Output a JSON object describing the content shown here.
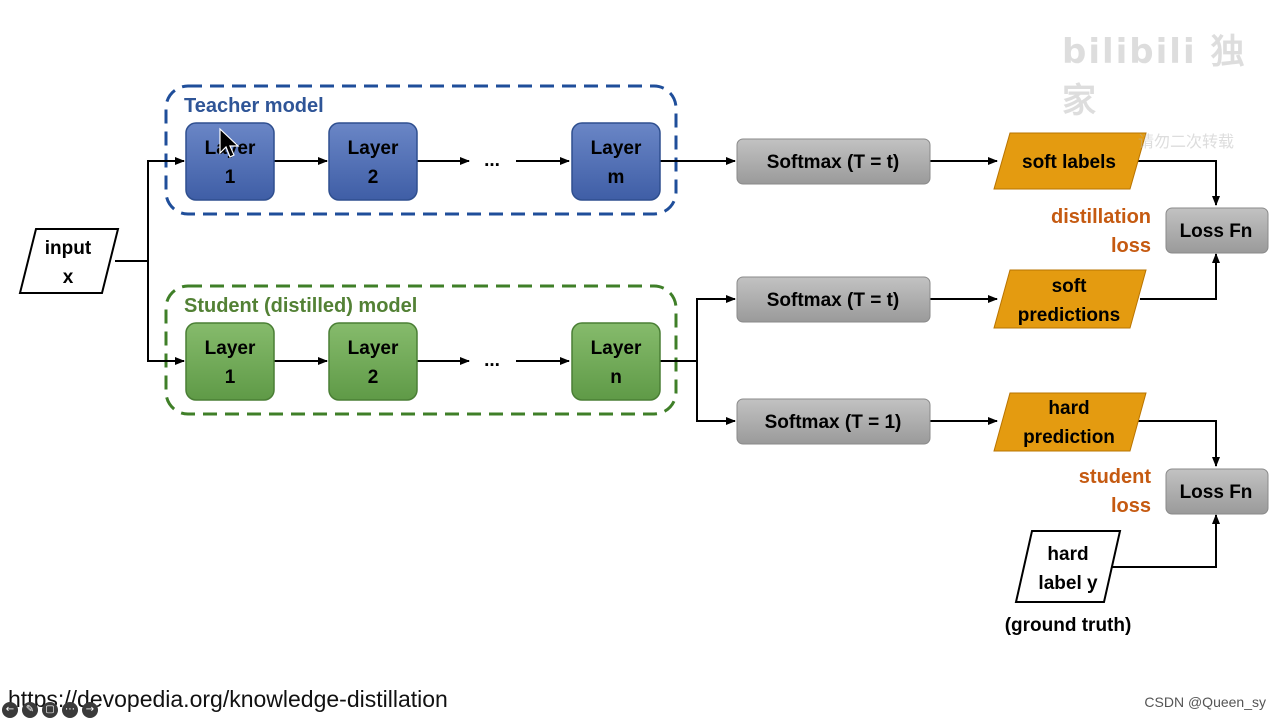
{
  "teacher": {
    "title": "Teacher model",
    "layers": [
      {
        "line1": "Layer",
        "line2": "1"
      },
      {
        "line1": "Layer",
        "line2": "2"
      },
      {
        "line1": "Layer",
        "line2": "m"
      }
    ],
    "ellipsis": "..."
  },
  "student": {
    "title": "Student (distilled) model",
    "layers": [
      {
        "line1": "Layer",
        "line2": "1"
      },
      {
        "line1": "Layer",
        "line2": "2"
      },
      {
        "line1": "Layer",
        "line2": "n"
      }
    ],
    "ellipsis": "..."
  },
  "input": {
    "line1": "input",
    "line2": "x"
  },
  "softmax": {
    "teacher": "Softmax (T = t)",
    "student_soft": "Softmax (T = t)",
    "student_hard": "Softmax (T = 1)"
  },
  "outputs": {
    "soft_labels": "soft labels",
    "soft_predictions": {
      "line1": "soft",
      "line2": "predictions"
    },
    "hard_prediction": {
      "line1": "hard",
      "line2": "prediction"
    },
    "hard_label": {
      "line1": "hard",
      "line2": "label y"
    },
    "ground_truth": "(ground truth)"
  },
  "loss": {
    "distillation": "Loss Fn",
    "student": "Loss Fn",
    "distillation_label": {
      "line1": "distillation",
      "line2": "loss"
    },
    "student_label": {
      "line1": "student",
      "line2": "loss"
    }
  },
  "footer": {
    "url": "https://devopedia.org/knowledge-distillation",
    "credit": "CSDN @Queen_sy"
  },
  "watermark": {
    "brand": "bilibili 独家",
    "sub": "请勿二次转载"
  },
  "colors": {
    "teacher_box": "#4e6db1",
    "teacher_border": "#1f4e9a",
    "student_box": "#70a857",
    "student_border": "#3f7f28",
    "softmax_box": "#a6a6a6",
    "output_fill": "#e49b10",
    "loss_accent": "#c55a11"
  }
}
